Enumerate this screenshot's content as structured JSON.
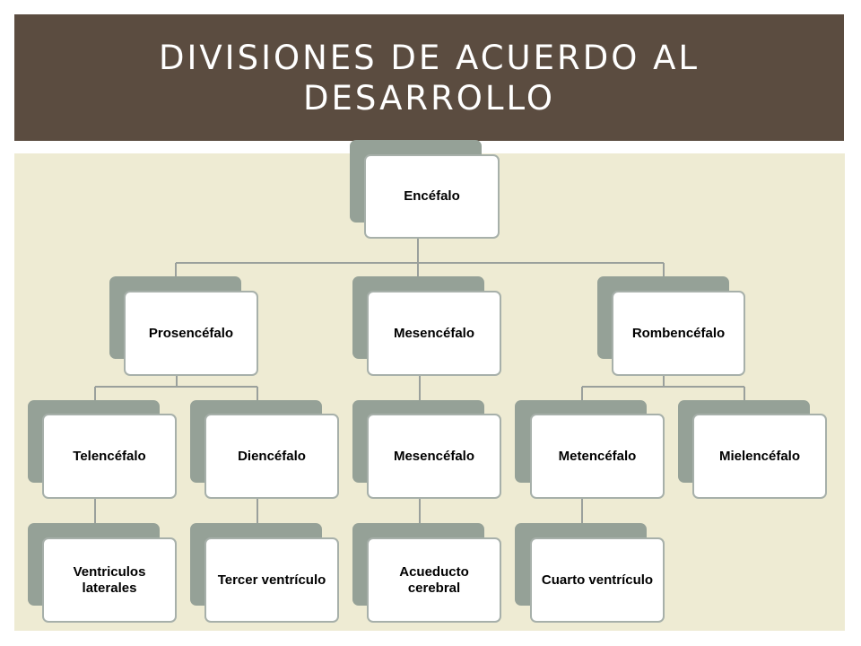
{
  "title": "DIVISIONES DE ACUERDO AL DESARROLLO",
  "nodes": {
    "root": "Encéfalo",
    "prosencefalo": "Prosencéfalo",
    "mesencefalo": "Mesencéfalo",
    "rombencefalo": "Rombencéfalo",
    "telencefalo": "Telencéfalo",
    "diencefalo": "Diencéfalo",
    "mesencefalo_2": "Mesencéfalo",
    "metencefalo": "Metencéfalo",
    "mielencefalo": "Mielencéfalo",
    "ventriculos_laterales": "Ventriculos laterales",
    "tercer_ventriculo": "Tercer ventrículo",
    "acueducto_cerebral": "Acueducto cerebral",
    "cuarto_ventriculo": "Cuarto ventrículo"
  },
  "colors": {
    "title_bar": "#5b4c40",
    "panel": "#eeebd3",
    "node_back": "#95a197",
    "connector": "#9aa09c"
  }
}
